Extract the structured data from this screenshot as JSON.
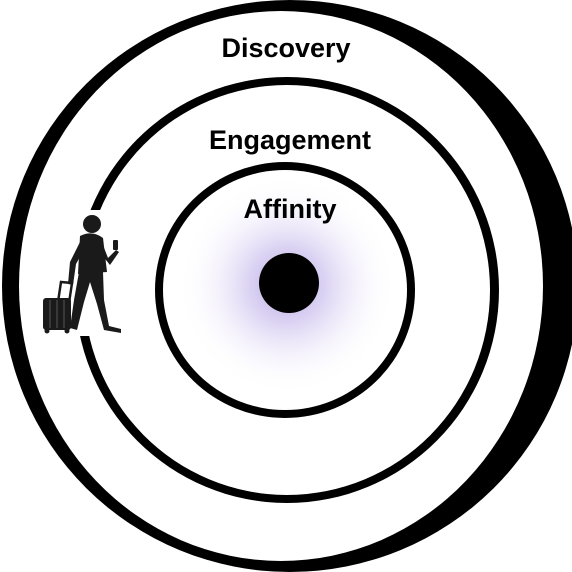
{
  "rings": {
    "outer_label": "Discovery",
    "middle_label": "Engagement",
    "inner_label": "Affinity"
  },
  "center": {
    "icon": "black-dot",
    "glow_color": "#8a6fd6"
  },
  "traveler": {
    "icon": "traveler-with-suitcase-icon",
    "color": "#1a1a1a"
  },
  "colors": {
    "ring": "#000000",
    "background": "#ffffff"
  }
}
